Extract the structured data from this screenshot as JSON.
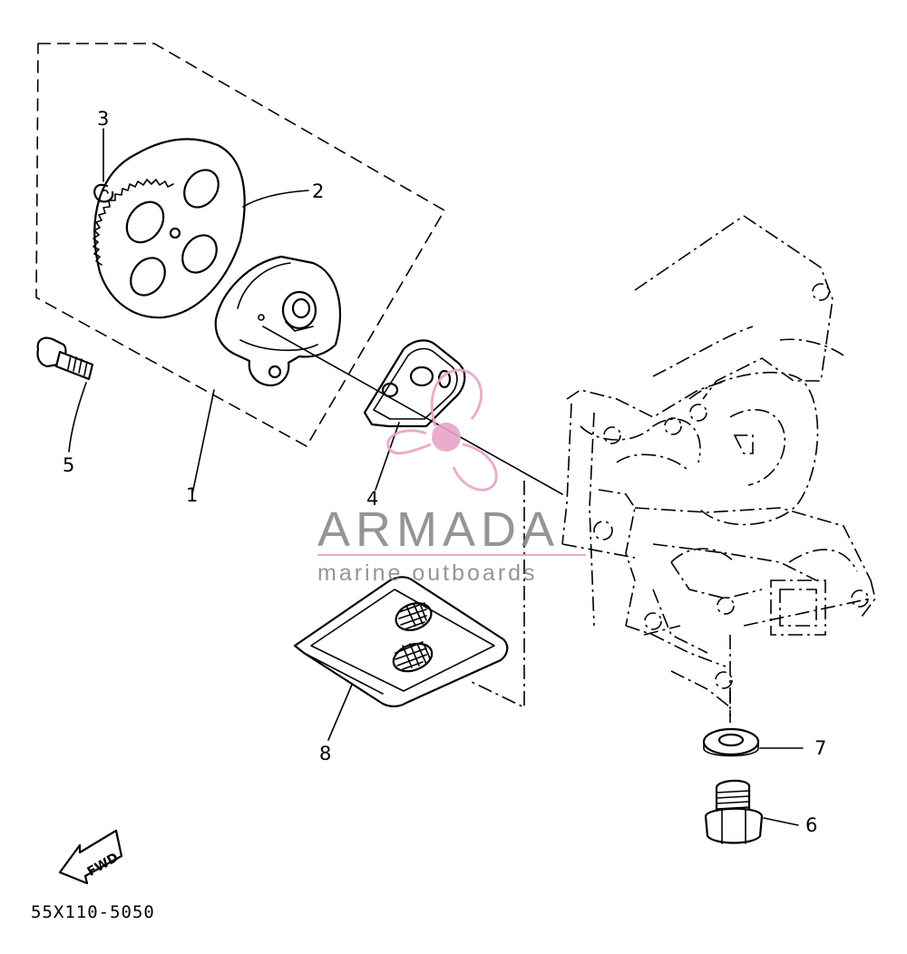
{
  "diagram": {
    "figure_code": "55X110-5050",
    "direction_label": "FWD",
    "part_callouts": [
      "1",
      "2",
      "3",
      "4",
      "5",
      "6",
      "7",
      "8"
    ]
  },
  "watermark": {
    "brand": "ARMADA",
    "tagline": "marine outboards",
    "accent_color": "#e8a4c8",
    "brand_color": "#8a8a8a"
  }
}
